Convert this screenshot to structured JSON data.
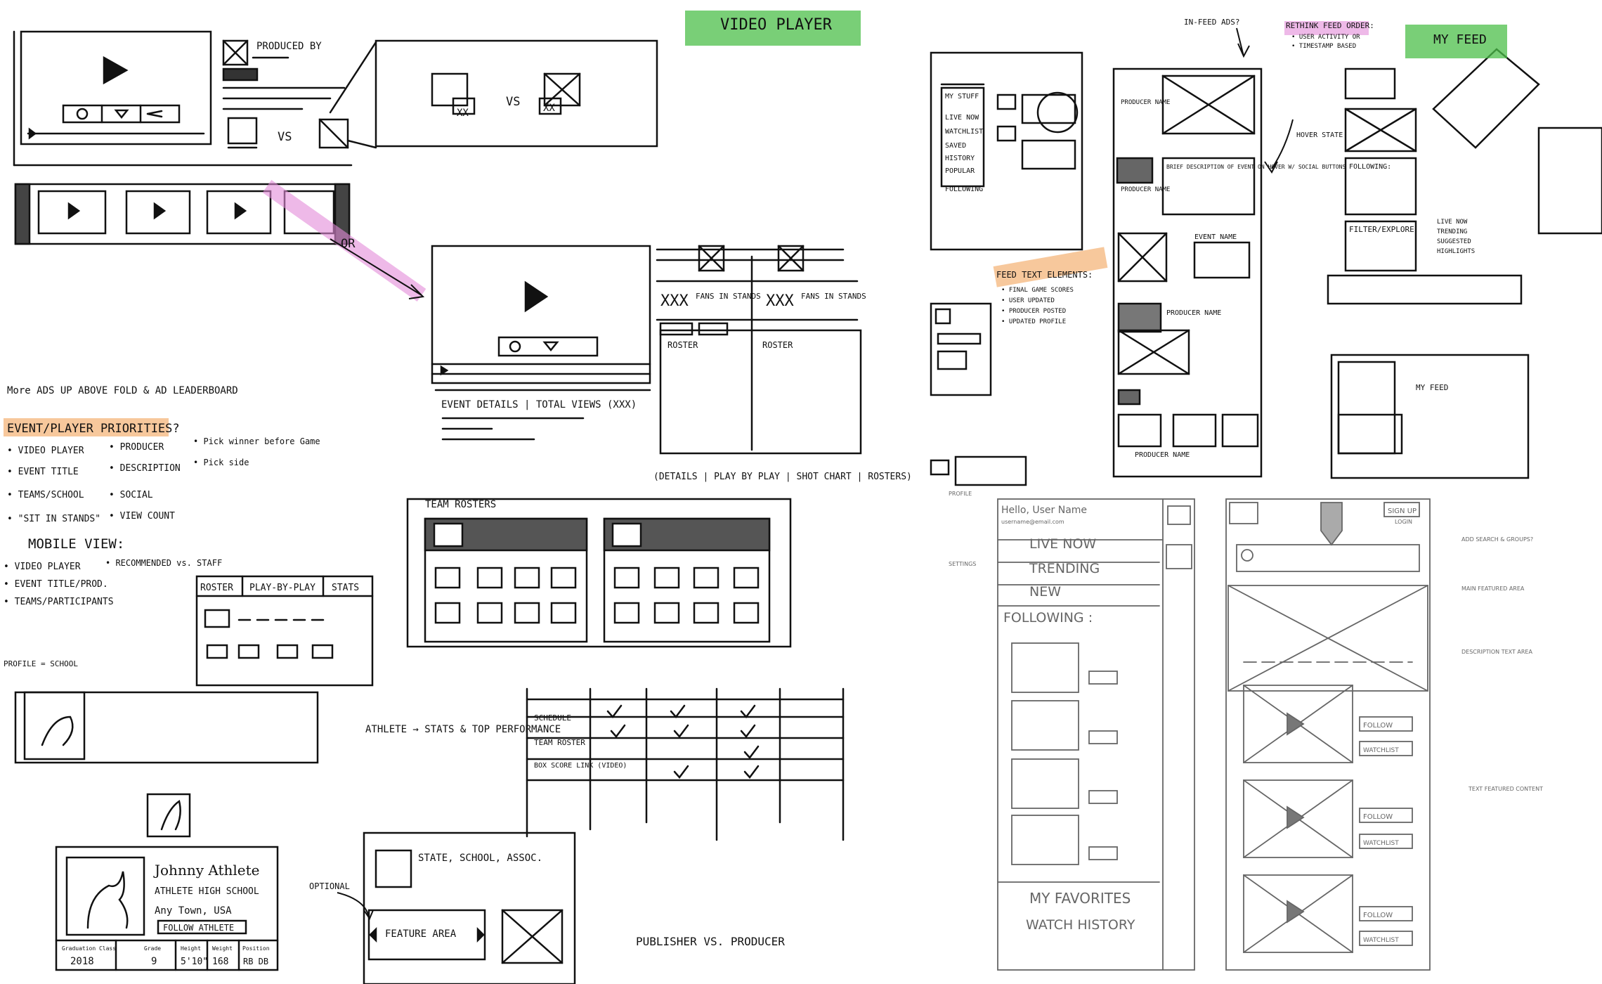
{
  "labels": {
    "video_player": "VIDEO PLAYER",
    "produced_by": "PRODUCED BY",
    "xx": "XX",
    "vs": "VS",
    "or": "OR",
    "more_ads": "More ADS UP ABOVE FOLD & AD LEADERBOARD",
    "event_player_priorities": "EVENT/PLAYER PRIORITIES?",
    "col1": [
      "• VIDEO PLAYER",
      "• EVENT TITLE",
      "• TEAMS/SCHOOL",
      "• \"SIT IN STANDS\""
    ],
    "col2": [
      "• PRODUCER",
      "• DESCRIPTION",
      "• SOCIAL",
      "• VIEW COUNT"
    ],
    "col3": [
      "• Pick winner before Game",
      "• Pick side"
    ],
    "mobile_view": "MOBILE VIEW:",
    "mobile_col1": [
      "• VIDEO PLAYER",
      "• EVENT TITLE/PROD.",
      "• TEAMS/PARTICIPANTS"
    ],
    "mobile_col2": [
      "• RECOMMENDED vs. STAFF"
    ],
    "profile_school": "PROFILE = SCHOOL",
    "fans_in_stands": "FANS IN STANDS",
    "xxx": "XXX",
    "roster": "ROSTER",
    "event_details": "EVENT DETAILS | TOTAL VIEWS (XXX)",
    "details_footer": "(DETAILS | PLAY BY PLAY | SHOT CHART | ROSTERS)",
    "team_rosters": "TEAM ROSTERS",
    "tabs": [
      "ROSTER",
      "PLAY-BY-PLAY",
      "STATS"
    ],
    "athlete_stats": "ATHLETE → STATS & TOP PERFORMANCE",
    "table_rows": [
      "SCHEDULE",
      "TEAM ROSTER",
      "BOX SCORE LINK (VIDEO)"
    ],
    "athlete_name": "Johnny Athlete",
    "athlete_school": "ATHLETE HIGH SCHOOL",
    "athlete_town": "Any Town, USA",
    "follow_athlete": "FOLLOW ATHLETE",
    "athlete_stats_headers": [
      "Graduation Class",
      "Grade",
      "Height",
      "Weight",
      "Position"
    ],
    "athlete_stats_values": [
      "2018",
      "9",
      "5'10\"",
      "168",
      "RB DB"
    ],
    "state_school": "STATE, SCHOOL, ASSOC.",
    "feature_area": "FEATURE AREA",
    "optional": "OPTIONAL",
    "publisher_vs_producer": "PUBLISHER VS. PRODUCER",
    "in_feed_ads": "IN-FEED ADS?",
    "rethink_feed_order": "RETHINK FEED ORDER:",
    "rethink_items": [
      "• USER ACTIVITY OR",
      "• TIMESTAMP BASED"
    ],
    "my_feed": "MY FEED",
    "nav_items": [
      "MY STUFF",
      "LIVE NOW",
      "WATCHLIST",
      "SAVED",
      "HISTORY",
      "POPULAR",
      "FOLLOWING"
    ],
    "producer_name": "PRODUCER NAME",
    "hover_state": "HOVER STATE",
    "brief_description": "BRIEF DESCRIPTION OF EVENT ON HOVER W/ SOCIAL BUTTONS",
    "event_name": "EVENT NAME",
    "feed_text_elements": "FEED TEXT ELEMENTS:",
    "feed_text_items": [
      "• FINAL GAME SCORES",
      "• USER UPDATED",
      "• PRODUCER POSTED",
      "• UPDATED PROFILE"
    ],
    "following": "FOLLOWING:",
    "filter_explore": "FILTER/EXPLORE",
    "filter_items": [
      "LIVE NOW",
      "TRENDING",
      "SUGGESTED",
      "HIGHLIGHTS"
    ],
    "hello_user": "Hello, User Name",
    "user_email": "username@email.com",
    "menu_items": [
      "LIVE NOW",
      "TRENDING",
      "NEW"
    ],
    "following_section": "FOLLOWING :",
    "my_favorites": "MY FAVORITES",
    "watch_history": "WATCH HISTORY",
    "sign_up": "SIGN UP",
    "login": "LOGIN",
    "follow": "FOLLOW",
    "watchlist": "WATCHLIST",
    "annot_ads": "ADD SEARCH & GROUPS?",
    "annot_featured": "MAIN FEATURED AREA",
    "annot_text": "DESCRIPTION TEXT AREA",
    "annot_content": "TEXT FEATURED CONTENT",
    "profile_side": "PROFILE",
    "settings_side": "SETTINGS"
  },
  "colors": {
    "ink": "#111111",
    "green_highlight": "#4cbf4a",
    "pink_highlight": "#e28ad8",
    "orange_highlight": "#f2a35a",
    "pencil": "#777777"
  }
}
